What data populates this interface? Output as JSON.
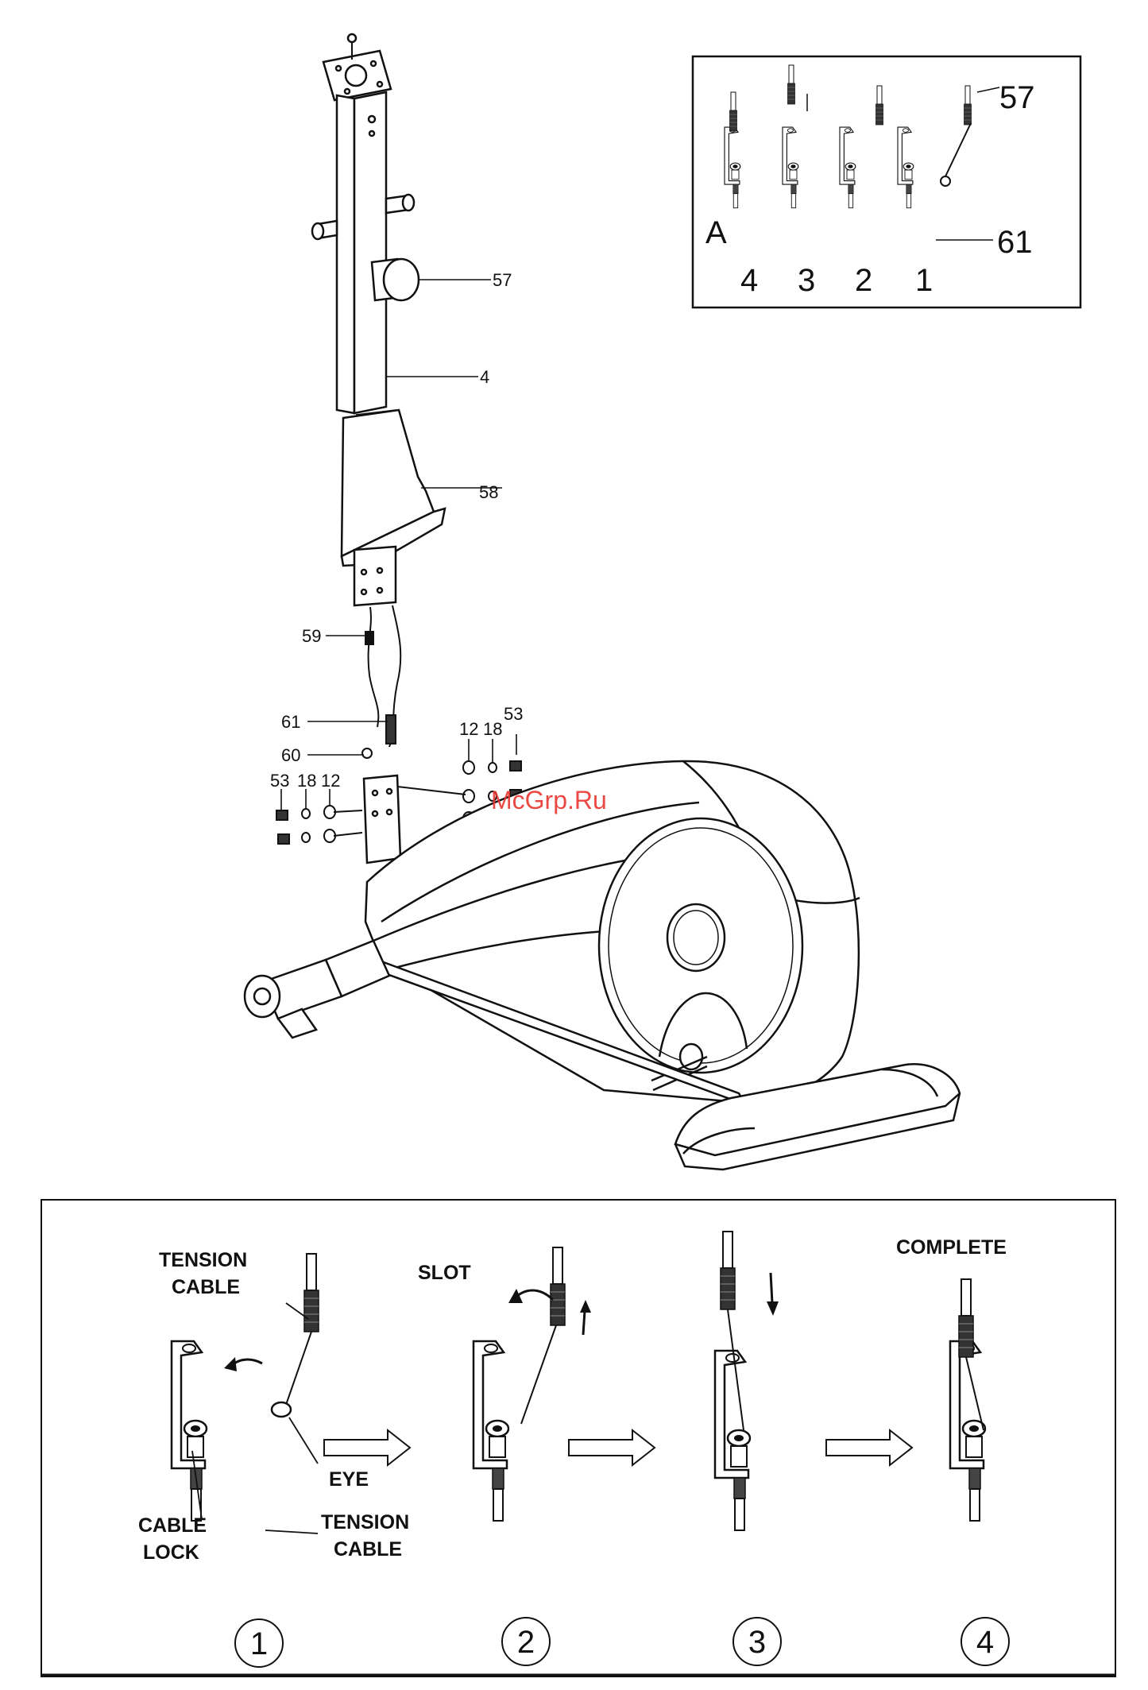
{
  "watermark": "McGrp.Ru",
  "main_callouts": {
    "c57": "57",
    "c4": "4",
    "c58": "58",
    "c59": "59",
    "c61": "61",
    "c60": "60",
    "c12_right": "12",
    "c18_right": "18",
    "c53_right": "53",
    "c53_left": "53",
    "c18_left": "18",
    "c12_left": "12"
  },
  "inset": {
    "label_a": "A",
    "label_57": "57",
    "label_61": "61",
    "steps": [
      "4",
      "3",
      "2",
      "1"
    ]
  },
  "bottom": {
    "tension_cable_top_1": "TENSION",
    "tension_cable_top_2": "CABLE",
    "cable_lock_1": "CABLE",
    "cable_lock_2": "LOCK",
    "eye": "EYE",
    "tension_cable_bottom_1": "TENSION",
    "tension_cable_bottom_2": "CABLE",
    "slot": "SLOT",
    "complete": "COMPLETE",
    "steps": [
      "1",
      "2",
      "3",
      "4"
    ]
  }
}
